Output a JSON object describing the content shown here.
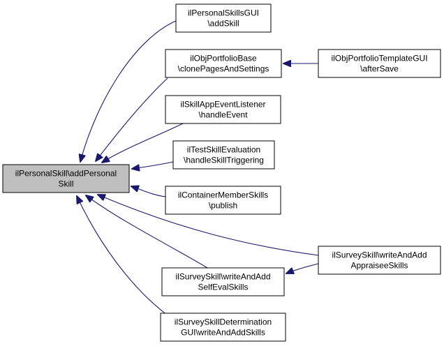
{
  "colors": {
    "edge": "#191970",
    "node_border": "#000000",
    "node_fill": "#ffffff",
    "root_fill": "#bfbfbf",
    "text": "#000000"
  },
  "nodes": [
    {
      "id": "root",
      "lines": [
        "ilPersonalSkill\\addPersonal",
        "Skill"
      ],
      "highlight": true
    },
    {
      "id": "n1",
      "lines": [
        "ilPersonalSkillsGUI",
        "\\addSkill"
      ]
    },
    {
      "id": "n2",
      "lines": [
        "ilObjPortfolioBase",
        "\\clonePagesAndSettings"
      ]
    },
    {
      "id": "n3",
      "lines": [
        "ilObjPortfolioTemplateGUI",
        "\\afterSave"
      ]
    },
    {
      "id": "n4",
      "lines": [
        "ilSkillAppEventListener",
        "\\handleEvent"
      ]
    },
    {
      "id": "n5",
      "lines": [
        "ilTestSkillEvaluation",
        "\\handleSkillTriggering"
      ]
    },
    {
      "id": "n6",
      "lines": [
        "ilContainerMemberSkills",
        "\\publish"
      ]
    },
    {
      "id": "n7",
      "lines": [
        "ilSurveySkill\\writeAndAdd",
        "AppraiseeSkills"
      ]
    },
    {
      "id": "n8",
      "lines": [
        "ilSurveySkill\\writeAndAdd",
        "SelfEvalSkills"
      ]
    },
    {
      "id": "n9",
      "lines": [
        "ilSurveySkillDetermination",
        "GUI\\writeAndAddSkills"
      ]
    }
  ],
  "edges": [
    {
      "from": "n1",
      "to": "root"
    },
    {
      "from": "n2",
      "to": "root"
    },
    {
      "from": "n3",
      "to": "n2"
    },
    {
      "from": "n4",
      "to": "root"
    },
    {
      "from": "n5",
      "to": "root"
    },
    {
      "from": "n6",
      "to": "root"
    },
    {
      "from": "n7",
      "to": "root"
    },
    {
      "from": "n8",
      "to": "root"
    },
    {
      "from": "n7",
      "to": "n8"
    },
    {
      "from": "n9",
      "to": "root"
    }
  ]
}
